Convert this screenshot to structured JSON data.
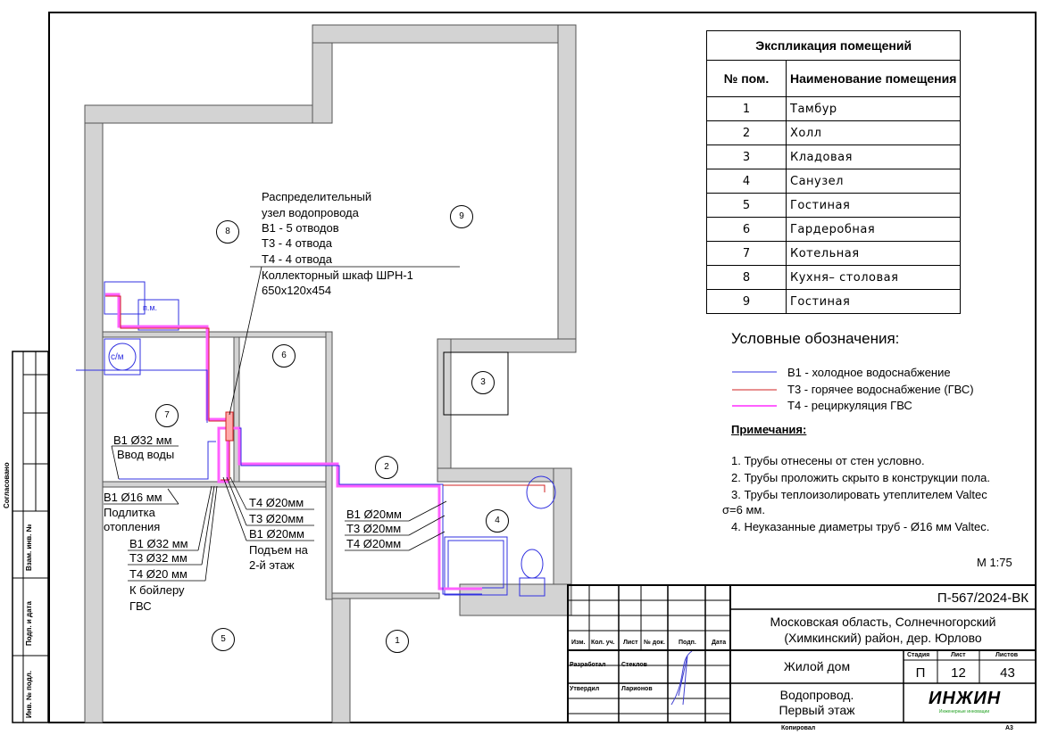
{
  "annotation": {
    "manifold_lines": [
      "Распределительный",
      "узел водопровода",
      "В1 - 5 отводов",
      "Т3 - 4 отвода",
      "Т4 - 4 отвода",
      "Коллекторный шкаф ШРН-1",
      "650х120х454"
    ],
    "water_inlet": [
      "В1 Ø32 мм",
      "Ввод воды"
    ],
    "heating_feed": [
      "В1 Ø16 мм",
      "Подлитка",
      "отопления"
    ],
    "boiler": [
      "В1 Ø32 мм",
      "Т3 Ø32 мм",
      "Т4 Ø20 мм",
      "К бойлеру",
      "ГВС"
    ],
    "riser": [
      "Т4 Ø20мм",
      "Т3 Ø20мм",
      "В1 Ø20мм",
      "Подъем на",
      "2-й этаж"
    ],
    "bathroom": [
      "В1 Ø20мм",
      "Т3 Ø20мм",
      "Т4 Ø20мм"
    ],
    "equipment": {
      "pm": "п.м.",
      "washer": "с/м"
    }
  },
  "room_numbers": [
    "1",
    "2",
    "3",
    "4",
    "5",
    "6",
    "7",
    "8",
    "9"
  ],
  "explication": {
    "title": "Экспликация помещений",
    "col_num": "№ пом.",
    "col_name": "Наименование помещения",
    "rows": [
      {
        "n": "1",
        "name": "Тамбур"
      },
      {
        "n": "2",
        "name": "Холл"
      },
      {
        "n": "3",
        "name": "Кладовая"
      },
      {
        "n": "4",
        "name": "Санузел"
      },
      {
        "n": "5",
        "name": "Гостиная"
      },
      {
        "n": "6",
        "name": "Гардеробная"
      },
      {
        "n": "7",
        "name": "Котельная"
      },
      {
        "n": "8",
        "name": "Кухня– столовая"
      },
      {
        "n": "9",
        "name": "Гостиная"
      }
    ]
  },
  "legend": {
    "title": "Условные обозначения:",
    "items": [
      {
        "label": "В1 - холодное водоснабжение",
        "color": "#3030e0"
      },
      {
        "label": "Т3 - горячее водоснабжение (ГВС)",
        "color": "#d02020"
      },
      {
        "label": "Т4 - рециркуляция ГВС",
        "color": "#ff60ff"
      }
    ]
  },
  "notes": {
    "title": "Примечания:",
    "items": [
      "1.    Трубы отнесены от стен условно.",
      "2.    Трубы проложить скрыто в конструкции пола.",
      "3.    Трубы теплоизолировать утеплителем Valtec σ=6 мм.",
      "4.    Неуказанные диаметры труб - Ø16 мм Valtec."
    ],
    "scale": "М 1:75"
  },
  "title_block": {
    "code": "П-567/2024-ВК",
    "address": [
      "Московская область, Солнечногорский",
      "(Химкинский) район, дер. Юрлово"
    ],
    "headers": [
      "Изм.",
      "Кол. уч.",
      "Лист",
      "№ док.",
      "Подп.",
      "Дата"
    ],
    "developed_label": "Разработал",
    "developed_name": "Стеклов",
    "approved_label": "Утвердил",
    "approved_name": "Ларионов",
    "object": "Жилой дом",
    "stage_h": "Стадия",
    "sheet_h": "Лист",
    "sheets_h": "Листов",
    "stage": "П",
    "sheet": "12",
    "sheets": "43",
    "drawing": [
      "Водопровод.",
      "Первый этаж"
    ],
    "logo": "ИНЖИН",
    "logo_sub": "Инженерные инновации",
    "copied": "Копировал",
    "format": "А3"
  },
  "side_stamp": {
    "agreed": "Согласовано",
    "inv_replace": "Взам. инв. №",
    "sign_date": "Подп. и дата",
    "inv_orig": "Инв. № подл."
  }
}
